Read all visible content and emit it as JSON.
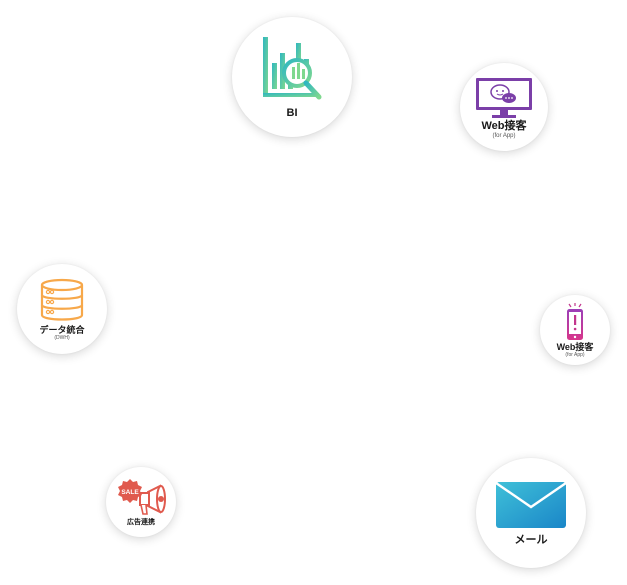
{
  "nodes": {
    "bi": {
      "label": "BI",
      "icon": "bar-chart-magnifier-icon"
    },
    "web_desktop": {
      "label": "Web接客",
      "sub": "(for App)",
      "icon": "monitor-chat-icon"
    },
    "web_mobile": {
      "label": "Web接客",
      "sub": "(for App)",
      "icon": "smartphone-alert-icon"
    },
    "data_integration": {
      "label": "データ統合",
      "sub": "(DWH)",
      "icon": "database-icon"
    },
    "ad": {
      "label": "広告連携",
      "icon": "sale-megaphone-icon",
      "badge": "SALE"
    },
    "mail": {
      "label": "メール",
      "icon": "envelope-icon"
    }
  },
  "colors": {
    "bi_gradient": [
      "#4fd1a0",
      "#22a8b8"
    ],
    "web_purple": "#7b3fa8",
    "web_mobile_pink": "#c2368c",
    "dwh_orange": "#f7a84a",
    "ad_red": "#e05a4e",
    "mail_blue": [
      "#3fc0d8",
      "#1a86c8"
    ]
  }
}
